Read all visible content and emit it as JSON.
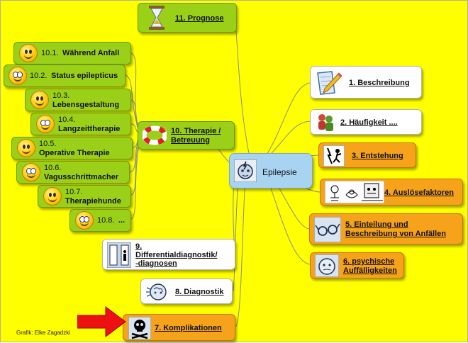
{
  "center": {
    "label": "Epilepsie"
  },
  "right": [
    {
      "label": "1. Beschreibung",
      "icon": "pencil-notepad-icon"
    },
    {
      "label": "2. Häufigkeit ....",
      "icon": "people-icon"
    },
    {
      "label": "3. Entstehung",
      "icon": "lightning-figure-icon"
    },
    {
      "label": "4. Auslösefaktoren",
      "icon": "triggers-illustration-icon"
    },
    {
      "label1": "5. Einteilung und",
      "label2": "Beschreibung von Anfällen",
      "icon": "glasses-icon"
    },
    {
      "label1": "6. psychische",
      "label2": "Auffälligkeiten",
      "icon": "face-icon"
    }
  ],
  "left": [
    {
      "label": "11. Prognose",
      "icon": "hourglass-icon"
    },
    {
      "label1": "10. Therapie /",
      "label2": "Betreuung",
      "icon": "lifebuoy-icon"
    },
    {
      "label1": "9.",
      "label2": "Differentialdiagnostik/",
      "label3": "-diagnosen",
      "icon": "doors-icon"
    },
    {
      "label": "8. Diagnostik",
      "icon": "brain-head-icon"
    },
    {
      "label": "7. Komplikationen",
      "icon": "skull-crossbones-icon"
    }
  ],
  "therapy_children": [
    {
      "num": "10.1.",
      "text": "Während Anfall"
    },
    {
      "num": "10.2.",
      "text": "Status epilepticus"
    },
    {
      "num": "10.3.",
      "text": "Lebensgestaltung"
    },
    {
      "num": "10.4.",
      "text": "Langzeittherapie"
    },
    {
      "num": "10.5.",
      "text": "Operative Therapie"
    },
    {
      "num": "10.6.",
      "text": "Vagusschrittmacher"
    },
    {
      "num": "10.7.",
      "text": "Therapiehunde"
    },
    {
      "num": "10.8.",
      "text": "..."
    }
  ],
  "credit": "Grafik: Elke Zagadzki",
  "colors": {
    "background": "#ffff00",
    "green": "#9bd018",
    "orange": "#f6a21a",
    "center": "#a8d4f2",
    "arrow": "#ee1111"
  }
}
